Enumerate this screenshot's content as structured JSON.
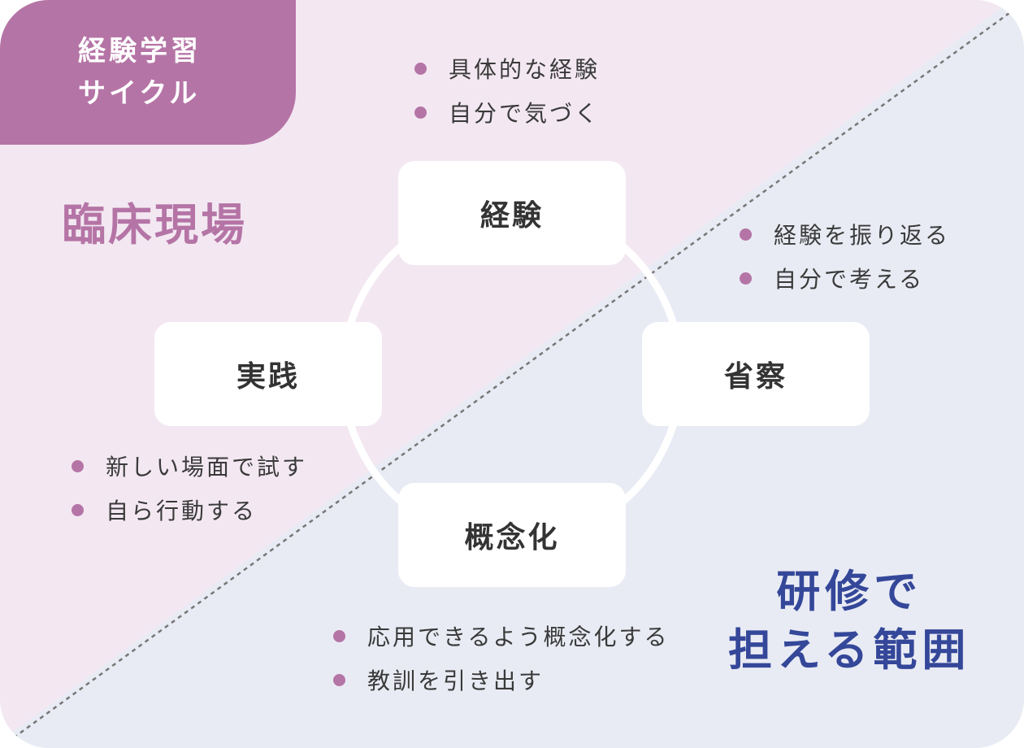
{
  "header": {
    "title_lines": [
      "経験学習",
      "サイクル"
    ]
  },
  "zones": {
    "clinical": {
      "label": "臨床現場",
      "color": "#b574a6",
      "background": "#f3e8f2"
    },
    "training": {
      "label_lines": [
        "研修で",
        "担える範囲"
      ],
      "color": "#344799",
      "background": "#e9ebf4"
    }
  },
  "colors": {
    "accent": "#b574a6",
    "title_tab": "#b574a6",
    "training_text": "#344799",
    "node_text": "#333333",
    "divider": "#777777",
    "cycle_ring": "#ffffff"
  },
  "cycle": {
    "nodes": [
      {
        "id": "experience",
        "label": "経験"
      },
      {
        "id": "reflection",
        "label": "省察"
      },
      {
        "id": "conceptualization",
        "label": "概念化"
      },
      {
        "id": "practice",
        "label": "実践"
      }
    ]
  },
  "notes": {
    "experience": [
      "具体的な経験",
      "自分で気づく"
    ],
    "reflection": [
      "経験を振り返る",
      "自分で考える"
    ],
    "conceptualization": [
      "応用できるよう概念化する",
      "教訓を引き出す"
    ],
    "practice": [
      "新しい場面で試す",
      "自ら行動する"
    ]
  }
}
